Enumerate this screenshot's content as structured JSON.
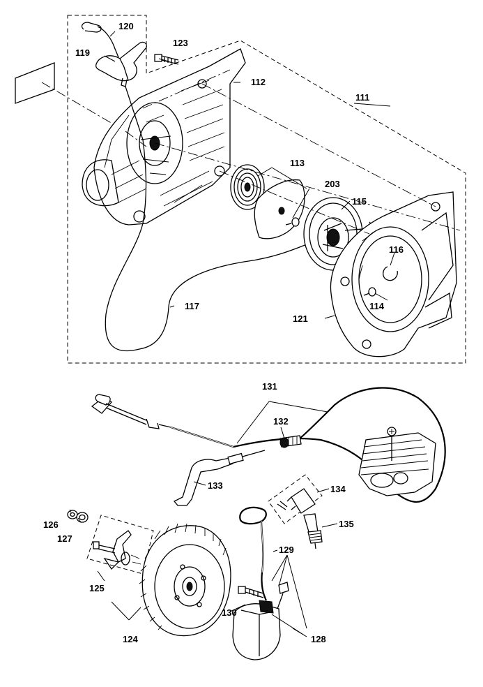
{
  "diagram": {
    "callouts": {
      "c111": "111",
      "c112": "112",
      "c113": "113",
      "c114": "114",
      "c115": "115",
      "c116": "116",
      "c117": "117",
      "c119": "119",
      "c120": "120",
      "c121": "121",
      "c123": "123",
      "c124": "124",
      "c125": "125",
      "c126": "126",
      "c127": "127",
      "c128": "128",
      "c129": "129",
      "c130": "130",
      "c131": "131",
      "c132": "132",
      "c133": "133",
      "c134": "134",
      "c135": "135",
      "c203": "203"
    }
  }
}
